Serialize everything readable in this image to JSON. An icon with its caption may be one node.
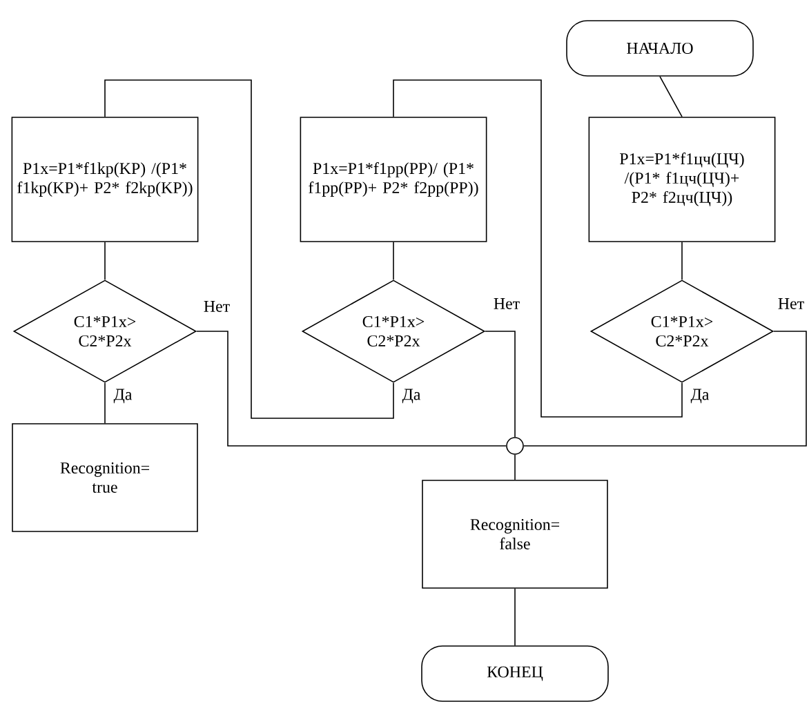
{
  "diagram": {
    "nodes": [
      {
        "text": [
          "НАЧАЛО"
        ]
      },
      {
        "text": [
          "P1x=P1*f1kp(KP) /(P1* f1kp(KP)+ P2* f2kp(KP))"
        ]
      },
      {
        "text": [
          "P1x=P1*f1pp(PP)/ (P1* f1pp(PP)+ P2* f2pp(PP))"
        ]
      },
      {
        "text": [
          "P1x=P1*f1цч(ЦЧ) /(P1* f1цч(ЦЧ)+ P2* f2цч(ЦЧ))"
        ]
      },
      {
        "text": [
          "C1*P1x> C2*P2x"
        ]
      },
      {
        "text": [
          "C1*P1x> C2*P2x"
        ]
      },
      {
        "text": [
          "C1*P1x> C2*P2x"
        ]
      },
      {
        "text": [
          "Recognition= true"
        ]
      },
      {
        "text": [],
        "shape": "circle"
      },
      {
        "text": [
          "Recognition= false"
        ]
      },
      {
        "text": [
          "КОНЕЦ"
        ]
      }
    ],
    "edges": [
      {
        "from": 0,
        "to": 3,
        "arrow": "none"
      },
      {
        "from": 3,
        "to": 6,
        "arrow": "none"
      },
      {
        "from": 6,
        "to": 2,
        "arrow": "none",
        "label": "Да"
      },
      {
        "from": 6,
        "to": 8,
        "arrow": "none",
        "label": "Нет"
      },
      {
        "from": 2,
        "to": 5,
        "arrow": "none"
      },
      {
        "from": 5,
        "to": 1,
        "arrow": "none",
        "label": "Да"
      },
      {
        "from": 5,
        "to": 8,
        "arrow": "none",
        "label": "Нет"
      },
      {
        "from": 1,
        "to": 4,
        "arrow": "none"
      },
      {
        "from": 4,
        "to": 7,
        "arrow": "none",
        "label": "Да"
      },
      {
        "from": 4,
        "to": 8,
        "arrow": "none",
        "label": "Нет"
      },
      {
        "from": 8,
        "to": 9,
        "arrow": "none"
      },
      {
        "from": 9,
        "to": 10,
        "arrow": "none"
      }
    ]
  }
}
